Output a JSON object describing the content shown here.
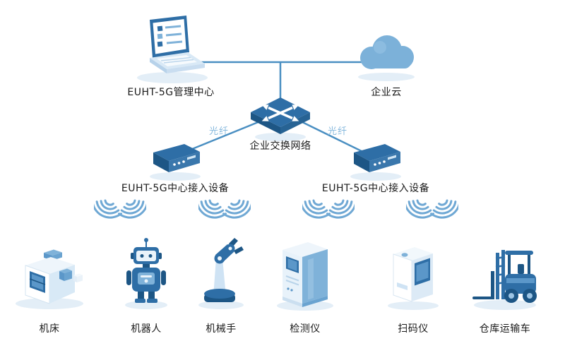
{
  "colors": {
    "primary_dark": "#1d5685",
    "primary": "#2e6ea6",
    "primary_mid": "#5b97c9",
    "primary_light": "#7fb2d9",
    "pale_blue": "#dceaf6",
    "connector_line": "#4a8fc2",
    "shadow": "#e3eef7",
    "label_text": "#1a1a1a",
    "fiber_text": "#85b8dd",
    "background": "#ffffff"
  },
  "nodes": {
    "management_center": {
      "label": "EUHT-5G管理中心"
    },
    "enterprise_cloud": {
      "label": "企业云"
    },
    "enterprise_switch": {
      "label": "企业交换网络"
    },
    "access_device_left": {
      "label": "EUHT-5G中心接入设备"
    },
    "access_device_right": {
      "label": "EUHT-5G中心接入设备"
    }
  },
  "links": {
    "fiber_left": {
      "label": "光纤"
    },
    "fiber_right": {
      "label": "光纤"
    }
  },
  "devices": [
    {
      "id": "machine-tool",
      "label": "机床"
    },
    {
      "id": "robot",
      "label": "机器人"
    },
    {
      "id": "robot-arm",
      "label": "机械手"
    },
    {
      "id": "detector",
      "label": "检测仪"
    },
    {
      "id": "scanner",
      "label": "扫码仪"
    },
    {
      "id": "forklift",
      "label": "仓库运输车"
    }
  ]
}
